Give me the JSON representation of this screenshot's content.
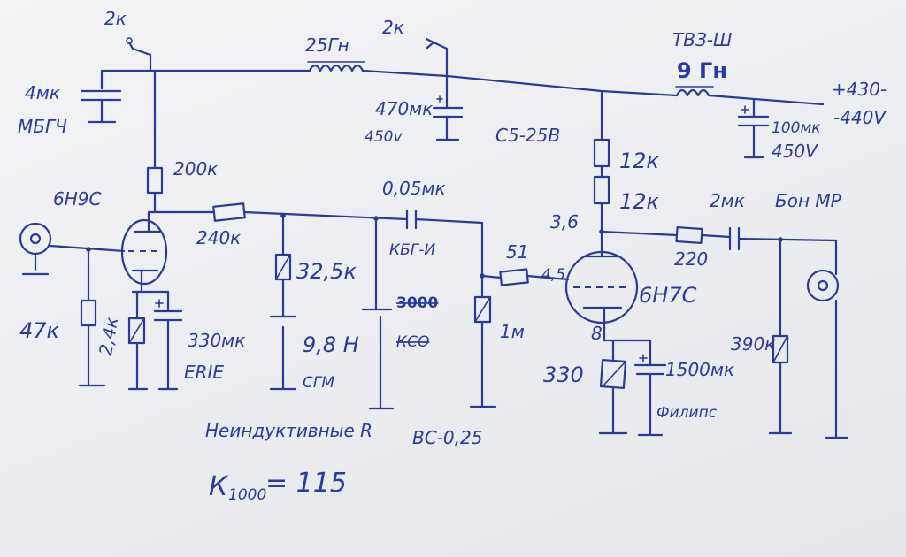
{
  "supply": {
    "left_tap": "2к",
    "mid_tap": "2к",
    "voltage_top": "+430-",
    "voltage_bottom": "-440V"
  },
  "components": {
    "c_filter_left": {
      "value": "4мк",
      "type": "МБГЧ"
    },
    "choke_main": {
      "value": "25Гн"
    },
    "c_filter_mid": {
      "value": "470мк",
      "voltage": "450v"
    },
    "c_filter_mid_part": "C5-25B",
    "transformer": {
      "model": "ТВЗ-Ш",
      "value": "9 Гн"
    },
    "c_filter_right": {
      "value": "100мк",
      "voltage": "450V"
    },
    "r_plate_v1": "200к",
    "tube_v1": "6Н9С",
    "r_grid_v1": "47к",
    "r_cathode_v1": "2,4к",
    "c_cathode_v1": {
      "value": "330мк",
      "brand": "ERIE"
    },
    "r_series_v1": "240к",
    "r_shunt_v1": "32,5к",
    "choke_v1": {
      "value": "9,8 Н",
      "brand": "СГМ"
    },
    "c_coupling": {
      "value": "0,05мк",
      "type": "КБГ-И"
    },
    "r_crossed_top": "3000",
    "r_crossed_bottom": "КСО",
    "r_grid_v2": "1м",
    "r_grid_stopper": "51",
    "pin_grid_v2": "4,5",
    "r_plate_v2_a": "12к",
    "r_plate_v2_b": "12к",
    "pin_plate_v2": "3,6",
    "tube_v2": "6Н7С",
    "pin_cathode_v2": "8",
    "r_cathode_v2": "330",
    "c_cathode_v2": {
      "value": "1500мк",
      "brand": "Филипс"
    },
    "r_out": "220",
    "c_out": {
      "value": "2мк",
      "brand": "Бон МР"
    },
    "r_load": "390к"
  },
  "notes": {
    "resistors": "Неиндуктивные R",
    "resistors_type": "ВС-0,25",
    "gain_symbol": "К",
    "gain_subscript": "1000",
    "gain_value": "= 115"
  }
}
